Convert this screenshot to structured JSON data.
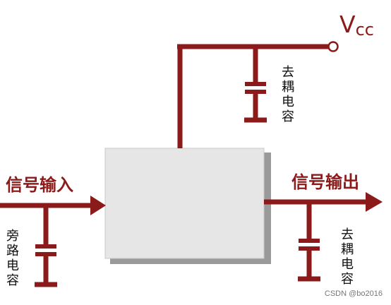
{
  "vcc": {
    "main": "V",
    "sub": "cc"
  },
  "labels": {
    "signal_in": "信号输入",
    "signal_out": "信号输出",
    "decoupling_top": "去\n耦\n电\n容",
    "decoupling_bottom": "去\n耦\n电\n容",
    "bypass": "旁\n路\n电\n容"
  },
  "watermark": "CSDN @bo2016",
  "colors": {
    "wire": "#8b1a1a",
    "chip_fill": "#e6e6e6",
    "chip_shadow": "#9a9a9a"
  }
}
